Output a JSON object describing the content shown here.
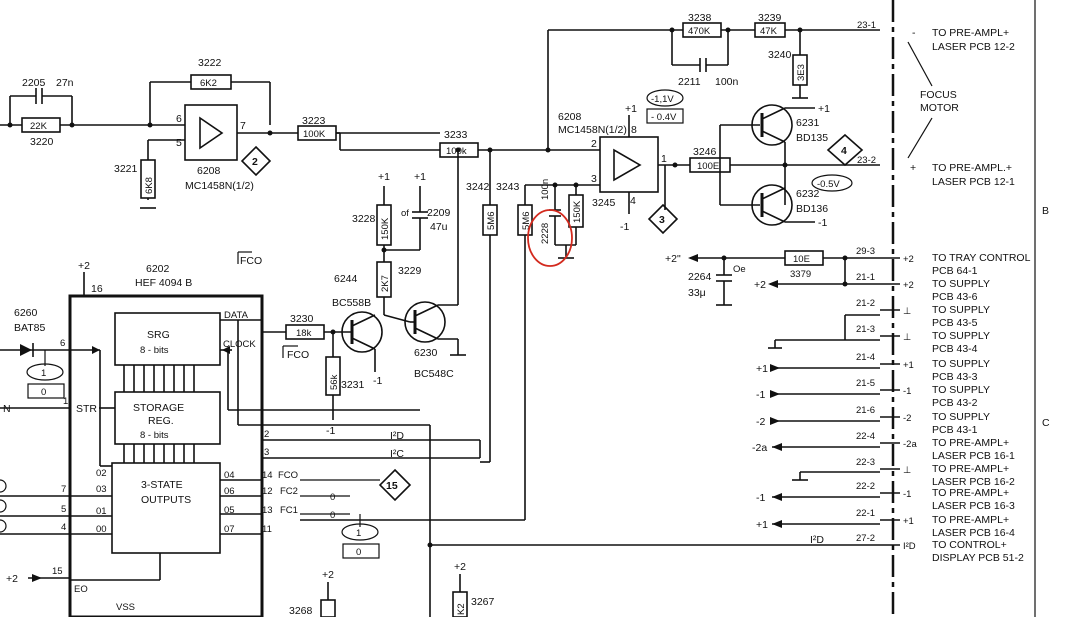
{
  "top_left": {
    "c2205": "2205",
    "c2205_val": "27n",
    "r3220_val": "22K",
    "r3220": "3220",
    "r3221": "3221",
    "r3221_val": "6K8"
  },
  "opamp1": {
    "r3222": "3222",
    "r3222_val": "6K2",
    "pin6": "6",
    "pin5": "5",
    "pin7": "7",
    "ref": "6208",
    "type": "MC1458N(1/2)",
    "marker": "2"
  },
  "mid": {
    "r3223": "3223",
    "r3223_val": "100K",
    "r3233": "3233",
    "r3233_val": "100k",
    "r3242": "3242",
    "r3242_val": "5M6",
    "r3243": "3243",
    "r3243_val": "5M6",
    "c2228": "2228",
    "c2228_val": "100n",
    "r3245": "3245",
    "r3245_val": "150K"
  },
  "opamp2": {
    "ref": "6208",
    "type": "MC1458N(1/2)",
    "pin2": "2",
    "pin3": "3",
    "pin1": "1",
    "pin8": "8",
    "pin4": "4",
    "plus1": "+1",
    "minus1": "-1",
    "v1": "-1,1V",
    "v2": "- 0.4V",
    "marker": "3"
  },
  "top_right": {
    "r3238": "3238",
    "r3238_val": "470K",
    "r3239": "3239",
    "r3239_val": "47K",
    "c2211": "2211",
    "c2211_val": "100n",
    "r3240": "3240",
    "r3240_val": "3E3",
    "r3246": "3246",
    "r3246_val": "100E"
  },
  "transistors": {
    "t6231": "6231",
    "t6231_type": "BD135",
    "t6232": "6232",
    "t6232_type": "BD136",
    "plus1": "+1",
    "minus1": "-1",
    "v3": "-0.5V",
    "marker": "4"
  },
  "focus": {
    "label1": "FOCUS",
    "label2": "MOTOR",
    "pin23_1": "23-1",
    "pin23_2": "23-2",
    "sign_minus": "-",
    "sign_plus": "+",
    "dest1a": "TO PRE-AMPL+",
    "dest1b": "LASER PCB 12-2",
    "dest2a": "TO PRE-AMPL.+",
    "dest2b": "LASER PCB 12-1"
  },
  "bias": {
    "plus1a": "+1",
    "plus1b": "+1",
    "r3228": "3228",
    "r3228_val": "150K",
    "c2209": "2209",
    "c2209_val": "47u",
    "c2209_mark": "of",
    "r3229": "3229",
    "r3229_val": "2K7",
    "t6244": "6244",
    "t6244_type": "BC558B",
    "t6230": "6230",
    "t6230_type": "BC548C",
    "r3230": "3230",
    "r3230_val": "18k",
    "fco1": "FCO",
    "fco2": "FCO",
    "r3231": "3231",
    "r3231_val": "56k",
    "minus1a": "-1",
    "minus1b": "-1"
  },
  "ic6202": {
    "ref": "6202",
    "type": "HEF 4094 B",
    "supply": "+2",
    "pin16": "16",
    "srg1": "SRG",
    "srg2": "8 - bits",
    "st1": "STORAGE",
    "st2": "REG.",
    "st3": "8 - bits",
    "out1": "3-STATE",
    "out2": "OUTPUTS",
    "data": "DATA",
    "clock": "CLOCK",
    "str": "STR",
    "eo": "EO",
    "vss": "VSS",
    "p02": "02",
    "p03": "03",
    "p01": "01",
    "p00": "00",
    "p04": "04",
    "p06": "06",
    "p05": "05",
    "p07": "07",
    "n2": "2",
    "n3": "3",
    "n14": "14",
    "n12": "12",
    "n13": "13",
    "n11": "11",
    "n1": "1",
    "n7": "7",
    "n5": "5",
    "n4": "4",
    "n15": "15",
    "n6": "6",
    "fco": "FCO",
    "fc2": "FC2",
    "fc1": "FC1",
    "zero1": "0",
    "zero2": "0",
    "i2d": "I²D",
    "i2c": "I²C",
    "marker": "15",
    "plus2": "+2"
  },
  "left": {
    "d6260": "6260",
    "d6260_type": "BAT85",
    "one": "1",
    "zero": "0",
    "n_in": "N",
    "plus2": "+2",
    "bubble_one": "1",
    "bubble_zero": "0"
  },
  "bottom": {
    "r3268": "3268",
    "r3267": "3267",
    "r3267_val": "K2",
    "plus2a": "+2",
    "plus2b": "+2"
  },
  "right_connectors": [
    {
      "pin": "29-3",
      "sign": "+2",
      "dest1": "TO TRAY CONTROL",
      "dest2": "PCB 64-1"
    },
    {
      "pin": "21-1",
      "sign": "+2",
      "dest1": "TO SUPPLY",
      "dest2": "PCB 43-6"
    },
    {
      "pin": "21-2",
      "sign": "⊥",
      "dest1": "TO SUPPLY",
      "dest2": "PCB 43-5"
    },
    {
      "pin": "21-3",
      "sign": "⊥",
      "dest1": "TO SUPPLY",
      "dest2": "PCB 43-4"
    },
    {
      "pin": "21-4",
      "sign": "+1",
      "dest1": "TO SUPPLY",
      "dest2": "PCB 43-3"
    },
    {
      "pin": "21-5",
      "sign": "-1",
      "dest1": "TO SUPPLY",
      "dest2": "PCB 43-2"
    },
    {
      "pin": "21-6",
      "sign": "-2",
      "dest1": "TO SUPPLY",
      "dest2": "PCB 43-1"
    },
    {
      "pin": "22-4",
      "sign": "-2a",
      "dest1": "TO PRE-AMPL+",
      "dest2": "LASER PCB 16-1"
    },
    {
      "pin": "22-3",
      "sign": "⊥",
      "dest1": "TO PRE-AMPL+",
      "dest2": "LASER PCB 16-2"
    },
    {
      "pin": "22-2",
      "sign": "-1",
      "dest1": "TO PRE-AMPL+",
      "dest2": "LASER PCB 16-3"
    },
    {
      "pin": "22-1",
      "sign": "+1",
      "dest1": "TO PRE-AMPL+",
      "dest2": "LASER PCB 16-4"
    },
    {
      "pin": "27-2",
      "sign": "I²D",
      "dest1": "TO CONTROL+",
      "dest2": "DISPLAY PCB 51-2"
    }
  ],
  "tray": {
    "v": "+2\"",
    "r3379": "3379",
    "r3379_val": "10E",
    "c2264": "2264",
    "c2264_val": "33μ",
    "c2264_mark": "Oe",
    "plus2": "+2"
  },
  "supply_left": {
    "plus1": "+1",
    "minus1": "-1",
    "minus2": "-2",
    "minus2a": "-2a",
    "minus1b": "-1",
    "plus1b": "+1",
    "i2d": "I²D"
  },
  "grid": {
    "b": "B",
    "c": "C"
  }
}
